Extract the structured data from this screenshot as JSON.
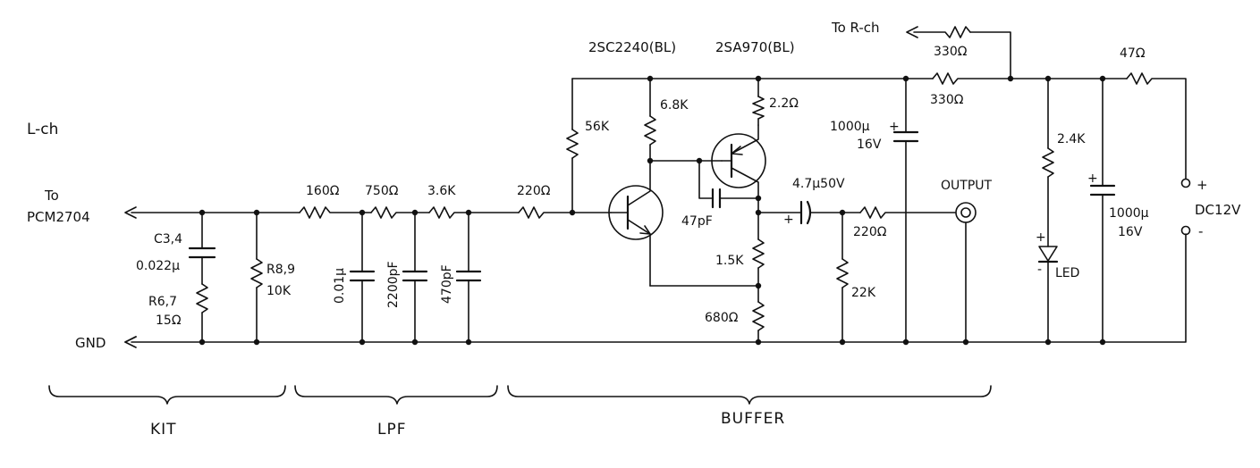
{
  "channel_label": "L-ch",
  "to_pcm_top": "To",
  "to_pcm_bottom": "PCM2704",
  "gnd_label": "GND",
  "to_rch_label": "To R-ch",
  "transistor_npn_label": "2SC2240(BL)",
  "transistor_pnp_label": "2SA970(BL)",
  "output_label": "OUTPUT",
  "dc_label": "DC12V",
  "plus_sign": "+",
  "minus_sign": "-",
  "led_label": "LED",
  "components": {
    "c34_name": "C3,4",
    "c34_value": "0.022μ",
    "r67_name": "R6,7",
    "r67_value": "15Ω",
    "r89_name": "R8,9",
    "r89_value": "10K",
    "r_160": "160Ω",
    "r_750": "750Ω",
    "r_3k6": "3.6K",
    "c_001": "0.01μ",
    "c_2200": "2200pF",
    "c_470": "470pF",
    "r_220_in": "220Ω",
    "r_56k": "56K",
    "r_6k8": "6.8K",
    "r_2r2": "2.2Ω",
    "c_47p": "47pF",
    "r_1k5": "1.5K",
    "r_680": "680Ω",
    "c_out": "4.7μ50V",
    "r_220_out": "220Ω",
    "r_22k": "22K",
    "c_1000a_top": "1000μ",
    "c_1000a_bot": "16V",
    "r_330_top": "330Ω",
    "r_330_bot": "330Ω",
    "r_2k4": "2.4K",
    "r_47": "47Ω",
    "c_1000b_top": "1000μ",
    "c_1000b_bot": "16V"
  },
  "sections": [
    "KIT",
    "LPF",
    "BUFFER"
  ]
}
